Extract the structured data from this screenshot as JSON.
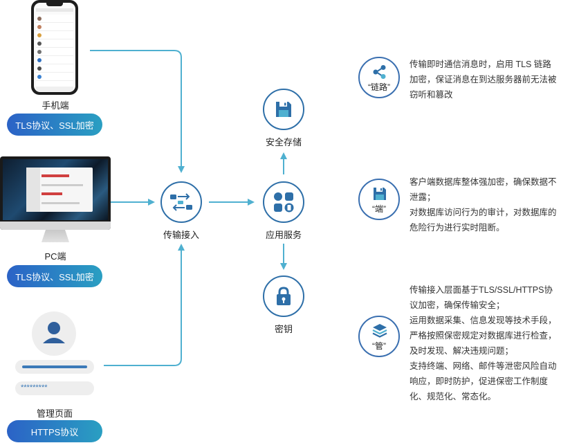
{
  "clients": {
    "mobile": {
      "label": "手机端",
      "badge": "TLS协议、SSL加密"
    },
    "pc": {
      "label": "PC端",
      "badge": "TLS协议、SSL加密"
    },
    "admin": {
      "label": "管理页面",
      "badge": "HTTPS协议",
      "password_mask": "*********"
    }
  },
  "nodes": {
    "transport": "传输接入",
    "app_service": "应用服务",
    "secure_storage": "安全存储",
    "key": "密钥"
  },
  "features": [
    {
      "label": "“链路”",
      "icon": "share-nodes-icon",
      "lines": [
        "传输即时通信消息时，启用 TLS 链路",
        "加密，保证消息在到达服务器前无法被",
        "窃听和篡改"
      ]
    },
    {
      "label": "“端”",
      "icon": "floppy-disk-icon",
      "lines": [
        "客户端数据库整体强加密，确保数据不",
        "泄露；",
        "对数据库访问行为的审计，对数据库的",
        "危险行为进行实时阻断。"
      ]
    },
    {
      "label": "“管”",
      "icon": "stack-layers-icon",
      "lines": [
        "传输接入层面基于TLS/SSL/HTTPS协",
        "议加密，确保传输安全；",
        "运用数据采集、信息发现等技术手段，",
        "严格按照保密规定对数据库进行检查，",
        "及时发现、解决违规问题；",
        "支持终端、网络、邮件等泄密风险自动",
        "响应，即时防护，促进保密工作制度",
        "化、规范化、常态化。"
      ]
    }
  ],
  "colors": {
    "accent": "#2e6fa8",
    "arrow": "#4fb0d0",
    "pill_start": "#2b62c6",
    "pill_end": "#2a9fc2"
  }
}
